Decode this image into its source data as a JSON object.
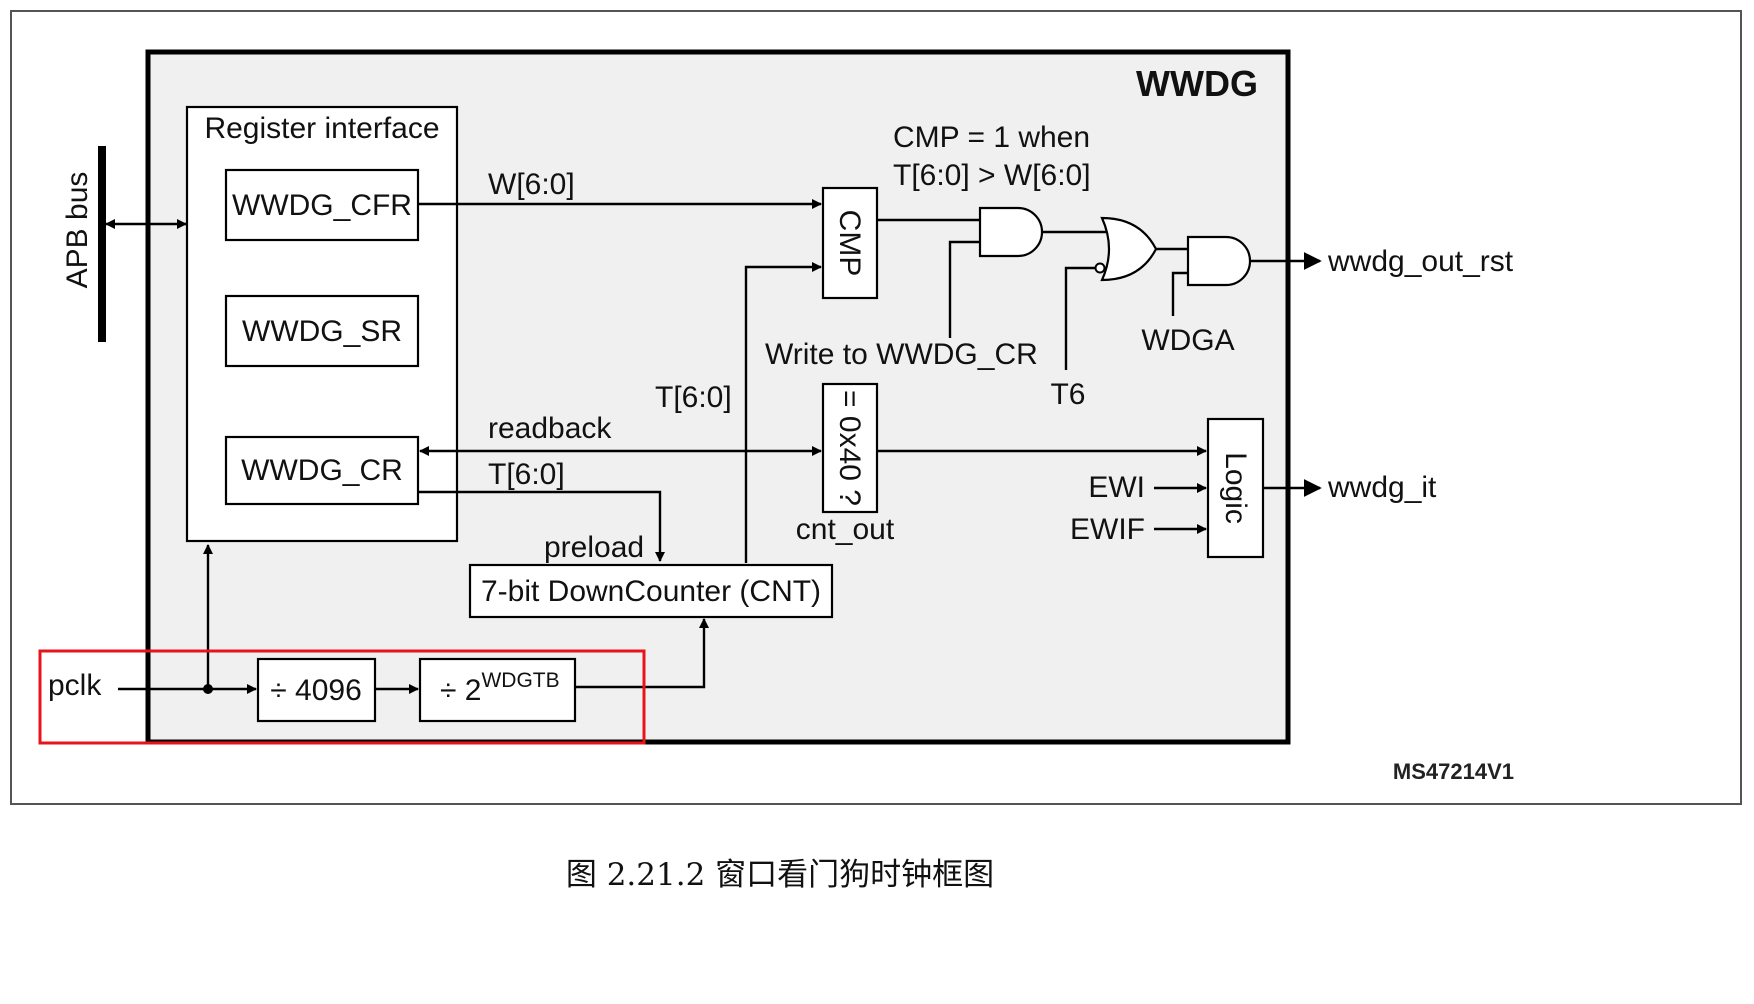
{
  "block_title": "WWDG",
  "bus_label": "APB bus",
  "register_interface": {
    "title": "Register interface",
    "registers": [
      "WWDG_CFR",
      "WWDG_SR",
      "WWDG_CR"
    ]
  },
  "signals": {
    "w_bits": "W[6:0]",
    "t_bits_up": "T[6:0]",
    "t_bits_cr": "T[6:0]",
    "readback": "readback",
    "preload": "preload",
    "cnt_out": "cnt_out",
    "write_cr": "Write to WWDG_CR",
    "t6": "T6",
    "wdga": "WDGA",
    "ewi": "EWI",
    "ewif": "EWIF",
    "pclk": "pclk"
  },
  "cmp_note": {
    "line1": "CMP = 1 when",
    "line2": "T[6:0] > W[6:0]"
  },
  "blocks": {
    "cmp": "CMP",
    "eq40": "= 0x40 ?",
    "logic": "Logic",
    "counter": "7-bit DownCounter (CNT)",
    "div4096": "÷ 4096",
    "div2_base": "÷ 2",
    "div2_exp": "WDGTB"
  },
  "outputs": {
    "rst": "wwdg_out_rst",
    "it": "wwdg_it"
  },
  "figure_id": "MS47214V1",
  "caption": "图 2.21.2 窗口看门狗时钟框图",
  "colors": {
    "highlight": "#e8141b",
    "block_fill": "#f0f0f0"
  }
}
